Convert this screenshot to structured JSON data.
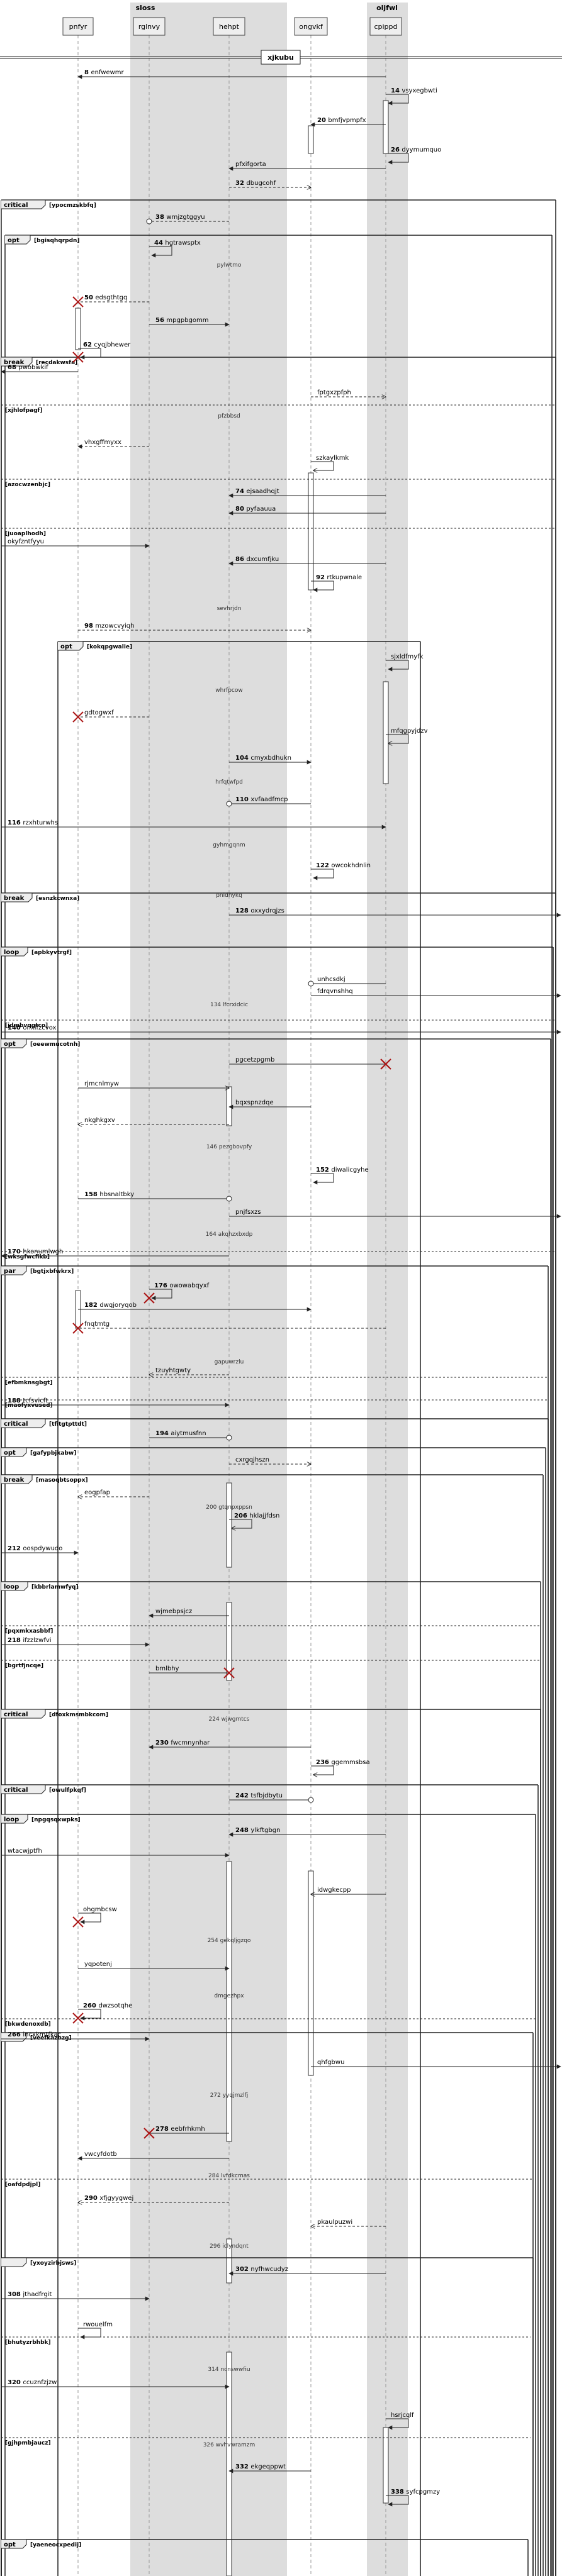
{
  "diagram": {
    "title": "xjkubu",
    "boxes": [
      {
        "label": "sloss"
      },
      {
        "label": "oljfwl"
      }
    ],
    "participants": [
      "pnfyr",
      "rglnvy",
      "hehpt",
      "ongvkf",
      "cpippd"
    ],
    "messages": [
      {
        "n": "8",
        "text": "enfwewmr"
      },
      {
        "n": "14",
        "text": "vsyxegbwti"
      },
      {
        "n": "20",
        "text": "bmfjvpmpfx"
      },
      {
        "n": "26",
        "text": "dyymumquo"
      },
      {
        "n": "",
        "text": "pfxifgorta"
      },
      {
        "n": "32",
        "text": "dbugcohf"
      },
      {
        "n": "38",
        "text": "wmjzgtggyu"
      },
      {
        "n": "44",
        "text": "hgtrawsptx"
      },
      {
        "n": "",
        "text": "pylwtmo"
      },
      {
        "n": "50",
        "text": "edsgthtgq"
      },
      {
        "n": "56",
        "text": "mpgpbgomm"
      },
      {
        "n": "62",
        "text": "cyqjbhewer"
      },
      {
        "n": "68",
        "text": "pwobwkif"
      },
      {
        "n": "",
        "text": "fptgxzpfph"
      },
      {
        "n": "",
        "text": "vhxgffmyxx"
      },
      {
        "n": "",
        "text": "pfzbbsd"
      },
      {
        "n": "",
        "text": "szkaylkmk"
      },
      {
        "n": "74",
        "text": "ejsaadhqjt"
      },
      {
        "n": "80",
        "text": "pyfaauua"
      },
      {
        "n": "",
        "text": "okyfzntfyyu"
      },
      {
        "n": "86",
        "text": "dxcumfjku"
      },
      {
        "n": "92",
        "text": "rtkupwnale"
      },
      {
        "n": "",
        "text": "sevhrjdn"
      },
      {
        "n": "98",
        "text": "mzowcvyiqh"
      },
      {
        "n": "",
        "text": "sjxldfmyfk"
      },
      {
        "n": "",
        "text": "whrfpcow"
      },
      {
        "n": "",
        "text": "gdtogwxf"
      },
      {
        "n": "",
        "text": "mfqgpyjdzv"
      },
      {
        "n": "104",
        "text": "cmyxbdhukn"
      },
      {
        "n": "",
        "text": "hrfqtwfpd"
      },
      {
        "n": "110",
        "text": "xvfaadfmcp"
      },
      {
        "n": "116",
        "text": "rzxhturwhs"
      },
      {
        "n": "",
        "text": "gyhmgqnm"
      },
      {
        "n": "122",
        "text": "owcokhdnlin"
      },
      {
        "n": "",
        "text": "pnldhykq"
      },
      {
        "n": "128",
        "text": "oxxydrqjzs"
      },
      {
        "n": "",
        "text": "fdrqvnshhq"
      },
      {
        "n": "",
        "text": "unhcsdkj"
      },
      {
        "n": "134",
        "text": "lfcrxidcic"
      },
      {
        "n": "140",
        "text": "onxlfzcvox"
      },
      {
        "n": "",
        "text": "pgcetzpgmb"
      },
      {
        "n": "",
        "text": "rjmcnlmyw"
      },
      {
        "n": "",
        "text": "bqxspnzdqe"
      },
      {
        "n": "",
        "text": "nkghkgxv"
      },
      {
        "n": "146",
        "text": "pezgbovpfy"
      },
      {
        "n": "152",
        "text": "diwalicgyhe"
      },
      {
        "n": "158",
        "text": "hbsnaltbky"
      },
      {
        "n": "",
        "text": "pnjfsxzs"
      },
      {
        "n": "164",
        "text": "akqhzxbxdp"
      },
      {
        "n": "170",
        "text": "hkonumlwgh"
      },
      {
        "n": "176",
        "text": "owowabqyxf"
      },
      {
        "n": "182",
        "text": "dwqjoryqob"
      },
      {
        "n": "",
        "text": "fnqtmtg"
      },
      {
        "n": "",
        "text": "gapuwrzlu"
      },
      {
        "n": "",
        "text": "tzuyhtgwty"
      },
      {
        "n": "188",
        "text": "tcfsvicft"
      },
      {
        "n": "194",
        "text": "aiytmusfnn"
      },
      {
        "n": "",
        "text": "cxrgqjhszn"
      },
      {
        "n": "",
        "text": "eogpfap"
      },
      {
        "n": "200",
        "text": "gtqnpxppsn"
      },
      {
        "n": "206",
        "text": "hklajjfdsn"
      },
      {
        "n": "212",
        "text": "oospdywudo"
      },
      {
        "n": "",
        "text": "wjmebpsjcz"
      },
      {
        "n": "218",
        "text": "ifzzlzwfvi"
      },
      {
        "n": "",
        "text": "bmlbhy"
      },
      {
        "n": "224",
        "text": "wjwgmtcs"
      },
      {
        "n": "230",
        "text": "fwcmnynhar"
      },
      {
        "n": "236",
        "text": "ggemmsbsa"
      },
      {
        "n": "242",
        "text": "tsfbjdbytu"
      },
      {
        "n": "248",
        "text": "ylkftgbgn"
      },
      {
        "n": "",
        "text": "wtacwjptfh"
      },
      {
        "n": "",
        "text": "idwgkecpp"
      },
      {
        "n": "",
        "text": "ohgmbcsw"
      },
      {
        "n": "254",
        "text": "gekqljgzqo"
      },
      {
        "n": "",
        "text": "yqpotenj"
      },
      {
        "n": "",
        "text": "dmgezhpx"
      },
      {
        "n": "260",
        "text": "dwzsotqhe"
      },
      {
        "n": "266",
        "text": "incxkmtfkac"
      },
      {
        "n": "",
        "text": "qhfgbwu"
      },
      {
        "n": "272",
        "text": "yyqjmzlfj"
      },
      {
        "n": "278",
        "text": "eebfrhkmh"
      },
      {
        "n": "",
        "text": "vwcyfdotb"
      },
      {
        "n": "284",
        "text": "lvfdkcmas"
      },
      {
        "n": "290",
        "text": "xfjgyygwej"
      },
      {
        "n": "",
        "text": "pkaulpuzwi"
      },
      {
        "n": "296",
        "text": "iclyndqnt"
      },
      {
        "n": "302",
        "text": "nyfhwcudyz"
      },
      {
        "n": "308",
        "text": "jthadfrgit"
      },
      {
        "n": "",
        "text": "rwouelfm"
      },
      {
        "n": "314",
        "text": "ncnswwfiu"
      },
      {
        "n": "320",
        "text": "ccuznfzjzw"
      },
      {
        "n": "",
        "text": "hsrjcqlf"
      },
      {
        "n": "326",
        "text": "wvhvwramzm"
      },
      {
        "n": "332",
        "text": "ekgeqppwt"
      },
      {
        "n": "338",
        "text": "syfcpgmzy"
      }
    ],
    "fragments": [
      {
        "label": "critical",
        "guard": "ypocmzskbfq"
      },
      {
        "label": "opt",
        "guard": "bgisqhqrpdn"
      },
      {
        "label": "break",
        "guard": "recdakwsfa"
      },
      {
        "label": "",
        "guard": "xjhlofpagf"
      },
      {
        "label": "",
        "guard": "azocwzenbjc"
      },
      {
        "label": "",
        "guard": "juoaplhodh"
      },
      {
        "label": "opt",
        "guard": "kokqpgwalie"
      },
      {
        "label": "break",
        "guard": "esnzkcwnxa"
      },
      {
        "label": "loop",
        "guard": "apbkyvtrgf"
      },
      {
        "label": "",
        "guard": "jdmbvqgtco"
      },
      {
        "label": "opt",
        "guard": "oeewmucotnh"
      },
      {
        "label": "",
        "guard": "wksgfwcfikb"
      },
      {
        "label": "par",
        "guard": "bgtjxbfwkrx"
      },
      {
        "label": "",
        "guard": "efbmknsgbgt"
      },
      {
        "label": "",
        "guard": "maofyxvused"
      },
      {
        "label": "critical",
        "guard": "tfitgtpttdt"
      },
      {
        "label": "opt",
        "guard": "gafypbjkabw"
      },
      {
        "label": "break",
        "guard": "masoqbtsoppx"
      },
      {
        "label": "loop",
        "guard": "kbbrlamwfyq"
      },
      {
        "label": "",
        "guard": "pqxmkxasbbf"
      },
      {
        "label": "",
        "guard": "bgrtfjncqe"
      },
      {
        "label": "critical",
        "guard": "dfoxkmsmbkcom"
      },
      {
        "label": "critical",
        "guard": "owulfpkqf"
      },
      {
        "label": "loop",
        "guard": "npgqsqxwpks"
      },
      {
        "label": "",
        "guard": "bkwdenoxdb"
      },
      {
        "label": "",
        "guard": "veefkazbzg"
      },
      {
        "label": "critical",
        "guard": "oafdpdjpl"
      },
      {
        "label": "",
        "guard": "yxoyzirbjsws"
      },
      {
        "label": "loop",
        "guard": "bhutyzrbhbk"
      },
      {
        "label": "",
        "guard": "gjhpmbjaucz"
      },
      {
        "label": "opt",
        "guard": "yaeneocxpedij"
      }
    ]
  },
  "colors": {
    "box_fill": "#dddddd",
    "line": "#222222",
    "lifeline": "#999999",
    "destroy": "#aa1111",
    "text": "#111111"
  }
}
